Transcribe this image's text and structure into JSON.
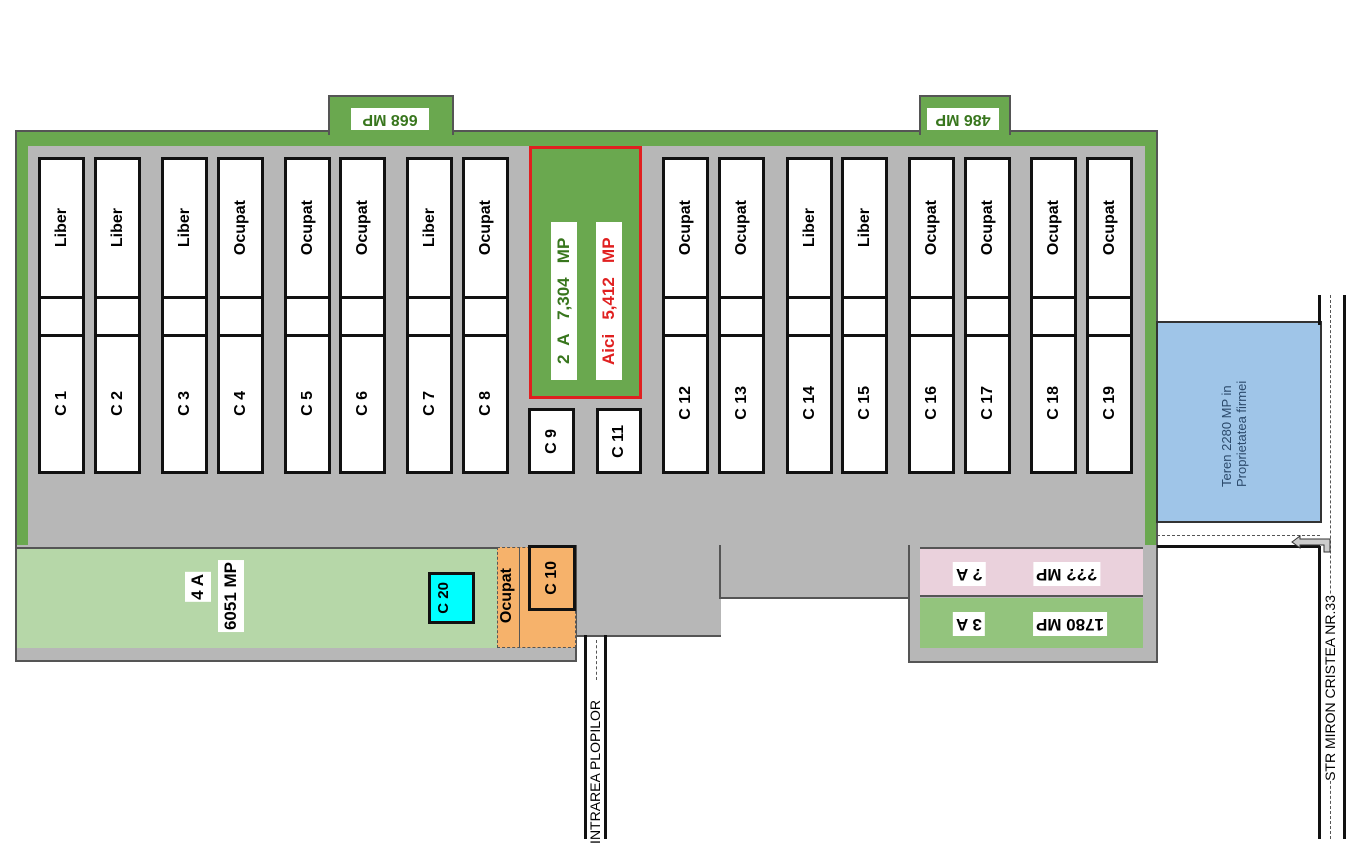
{
  "colors": {
    "green": "#6aa84f",
    "light_green": "#b6d7a8",
    "gray": "#b7b7b7",
    "orange": "#f6b26b",
    "cyan": "#00ffff",
    "pink": "#ead1dc",
    "blue": "#9fc5e8",
    "red": "#e02020"
  },
  "top_tabs": {
    "left": "668 MP",
    "right": "486 MP"
  },
  "units": [
    {
      "id": "C 1",
      "status": "Liber"
    },
    {
      "id": "C 2",
      "status": "Liber"
    },
    {
      "id": "C 3",
      "status": "Liber"
    },
    {
      "id": "C 4",
      "status": "Ocupat"
    },
    {
      "id": "C 5",
      "status": "Ocupat"
    },
    {
      "id": "C 6",
      "status": "Ocupat"
    },
    {
      "id": "C 7",
      "status": "Liber"
    },
    {
      "id": "C 8",
      "status": "Ocupat"
    },
    {
      "id": "C 12",
      "status": "Ocupat"
    },
    {
      "id": "C 13",
      "status": "Ocupat"
    },
    {
      "id": "C 14",
      "status": "Liber"
    },
    {
      "id": "C 15",
      "status": "Liber"
    },
    {
      "id": "C 16",
      "status": "Ocupat"
    },
    {
      "id": "C 17",
      "status": "Ocupat"
    },
    {
      "id": "C 18",
      "status": "Ocupat"
    },
    {
      "id": "C 19",
      "status": "Ocupat"
    }
  ],
  "small_units": {
    "c9": "C 9",
    "c11": "C 11",
    "c10": "C 10",
    "c20": "C 20"
  },
  "zone_2a": {
    "line1": "2  A   7,304   MP",
    "line2": "Aici   5,412   MP"
  },
  "zone_4a": {
    "name": "4  A",
    "area": "6051 MP"
  },
  "zone_c10_status": "Ocupat",
  "zone_unknown": {
    "name": "?  A",
    "area": "??? MP"
  },
  "zone_3a": {
    "name": "3  A",
    "area": "1780 MP"
  },
  "land": {
    "text": "Teren 2280 MP in Proprietatea firmei"
  },
  "streets": {
    "entrance": "INTRAREA PLOPILOR",
    "main": "STR MIRON CRISTEA NR.33"
  }
}
